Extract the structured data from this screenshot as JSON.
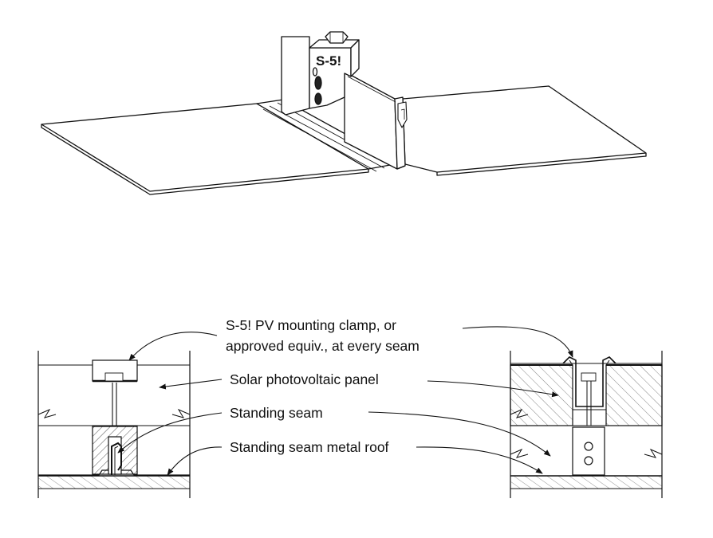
{
  "iso_view": {
    "clamp_logo": "S-5!"
  },
  "callouts": {
    "clamp_line1": "S-5! PV mounting clamp, or",
    "clamp_line2": "approved equiv., at every seam",
    "pv_panel": "Solar photovoltaic panel",
    "standing_seam": "Standing seam",
    "metal_roof": "Standing seam metal roof"
  },
  "colors": {
    "line": "#111111",
    "hatch": "#444444",
    "background": "#ffffff"
  }
}
